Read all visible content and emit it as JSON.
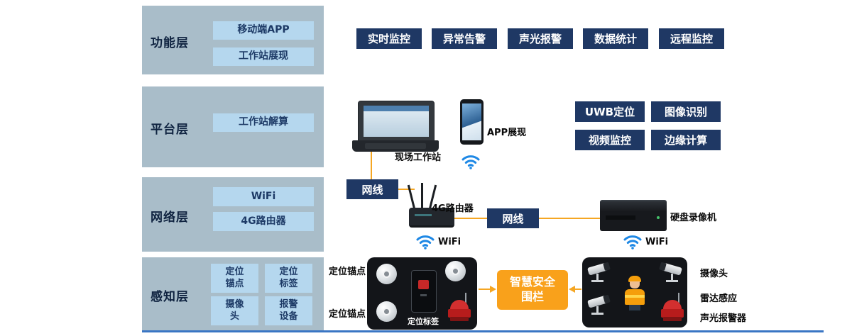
{
  "layers": {
    "function": {
      "label": "功能层",
      "panel_buttons": [
        "移动端APP",
        "工作站展现"
      ],
      "feature_buttons": [
        "实时监控",
        "异常告警",
        "声光报警",
        "数据统计",
        "远程监控"
      ]
    },
    "platform": {
      "label": "平台层",
      "panel_buttons": [
        "工作站解算"
      ],
      "workstation_caption": "现场工作站",
      "app_caption": "APP展现",
      "capability_buttons": [
        "UWB定位",
        "图像识别",
        "视频监控",
        "边缘计算"
      ]
    },
    "network": {
      "label": "网络层",
      "panel_buttons": [
        "WiFi",
        "4G路由器"
      ],
      "cable_button_1": "网线",
      "cable_button_2": "网线",
      "router_caption": "4G路由器",
      "router_wifi_caption": "WiFi",
      "nvr_caption": "硬盘录像机",
      "nvr_wifi_caption": "WiFi"
    },
    "perception": {
      "label": "感知层",
      "panel_buttons": [
        {
          "line1": "定位",
          "line2": "锚点"
        },
        {
          "line1": "定位",
          "line2": "标签"
        },
        {
          "line1": "摄像",
          "line2": "头"
        },
        {
          "line1": "报警",
          "line2": "设备"
        }
      ],
      "anchor_caption_top": "定位锚点",
      "anchor_caption_bottom": "定位锚点",
      "tag_caption": "定位标签",
      "fence_button": {
        "line1": "智慧安全",
        "line2": "围栏"
      },
      "camera_caption": "摄像头",
      "radar_caption": "雷达感应",
      "alarm_caption": "声光报警器"
    }
  },
  "icons": {
    "wifi": "wifi-icon",
    "anchor_dome": "anchor-dome-icon",
    "camera": "camera-image",
    "siren": "alarm-device-image"
  },
  "colors": {
    "band_background": "#a9bdc9",
    "light_button": "#b5d7ee",
    "light_button_text": "#1d3a66",
    "dark_button": "#1f3864",
    "accent_orange_line": "#f5a623",
    "fence_orange": "#f9a11b",
    "wifi_blue": "#1e88e5",
    "device_box": "#131519",
    "bottom_divider": "#3a76c4"
  }
}
